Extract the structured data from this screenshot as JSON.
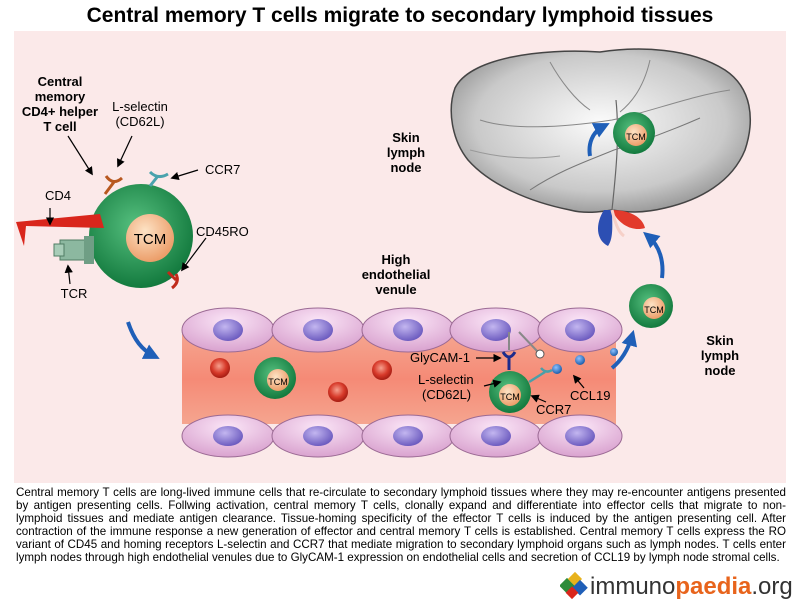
{
  "title": "Central memory T cells migrate to secondary lymphoid tissues",
  "labels": {
    "cd4_cell_line1": "Central",
    "cd4_cell_line2": "memory",
    "cd4_cell_line3": "CD4+ helper",
    "cd4_cell_line4": "T cell",
    "lselectin_line1": "L-selectin",
    "lselectin_line2": "(CD62L)",
    "ccr7": "CCR7",
    "cd4": "CD4",
    "cd45ro": "CD45RO",
    "tcr": "TCR",
    "tcm_main": "TCM",
    "skin_node_top_line1": "Skin",
    "skin_node_top_line2": "lymph",
    "skin_node_top_line3": "node",
    "hev_line1": "High",
    "hev_line2": "endothelial",
    "hev_line3": "venule",
    "skin_node_right_line1": "Skin",
    "skin_node_right_line2": "lymph",
    "skin_node_right_line3": "node",
    "glycam": "GlyCAM-1",
    "lselectin2_line1": "L-selectin",
    "lselectin2_line2": "(CD62L)",
    "ccr7_2": "CCR7",
    "ccl19": "CCL19",
    "tcm_small": "TCM"
  },
  "caption": "Central memory T cells are long-lived immune cells that re-circulate to secondary lymphoid tissues where they may re-encounter antigens presented by antigen presenting cells. Follwing activation, central memory T cells, clonally expand and differentiate into effector cells that migrate to non-lymphoid tissues and mediate antigen clearance. Tissue-homing specificity of the effector T cells is induced by the antigen presenting cell. After contraction of the immune response a new generation of effector and central memory T cells is established. Central memory T cells express the RO variant of CD45 and homing receptors L-selectin and CCR7 that mediate migration to secondary lymphoid organs such as lymph nodes. T cells enter lymph nodes through high endothelial venules due to GlyCAM-1 expression on endothelial cells and secretion of CCL19 by lymph node stromal cells.",
  "logo": {
    "part1": "immuno",
    "part2": "paedia",
    "part3": ".org"
  },
  "colors": {
    "tcell_green": "#1f9a54",
    "tcell_core": "#f6c79a",
    "vessel_red": "#f08770",
    "endothelial": "#e3b8da",
    "nucleus": "#8f7fd0",
    "arrow_blue": "#1f5fb8",
    "panel_bg": "#fbe9e9"
  }
}
